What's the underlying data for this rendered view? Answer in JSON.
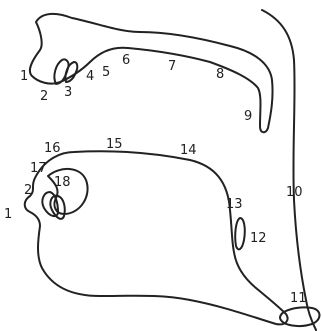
{
  "colors": {
    "stroke": "#222222",
    "background": "#ffffff"
  },
  "labels": {
    "upper_lip": "1",
    "upper_teeth": "2",
    "alveolar_ridge": "3",
    "post_alveolar": "4",
    "pre_palatal": "5",
    "hard_palate": "6",
    "palate_mid": "7",
    "velum": "8",
    "uvula": "9",
    "pharynx": "10",
    "glottis": "11",
    "epiglottis": "12",
    "tongue_root": "13",
    "tongue_back": "14",
    "tongue_front": "15",
    "tongue_blade": "16",
    "tongue_tip": "17",
    "sublaminal": "18",
    "lower_lip": "1",
    "lower_teeth": "2"
  }
}
